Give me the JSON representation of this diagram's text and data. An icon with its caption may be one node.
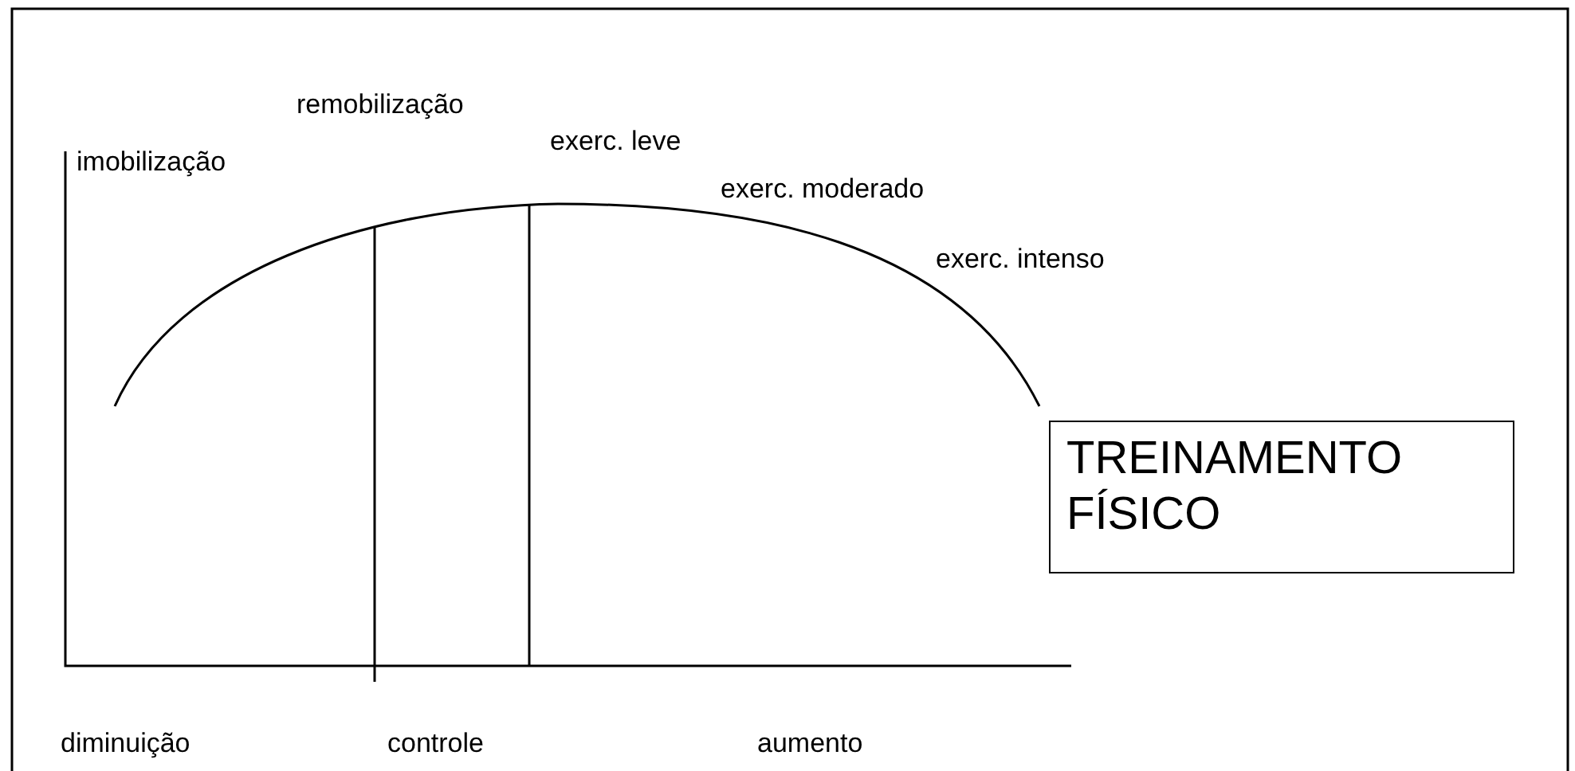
{
  "diagram": {
    "nodes": [
      {
        "text": [
          "TREINAMENTO FÍSICO"
        ]
      }
    ],
    "labels": [
      "remobilização",
      "imobilização",
      "exerc. leve",
      "exerc. moderado",
      "exerc. intenso",
      "diminuição",
      "controle",
      "aumento"
    ]
  }
}
